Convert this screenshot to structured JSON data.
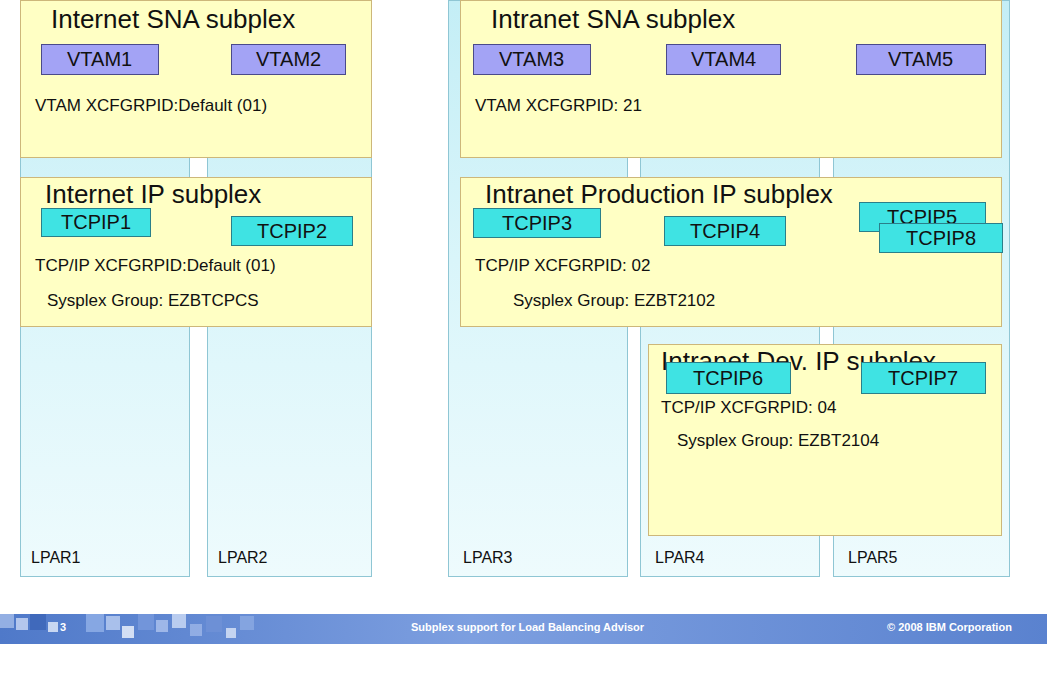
{
  "diagram": {
    "nodes": [
      {
        "text": [
          "Internet SNA subplex",
          "VTAM XCFGRPID:Default (01)"
        ]
      },
      {
        "text": [
          "VTAM1"
        ],
        "in": 0
      },
      {
        "text": [
          "VTAM2"
        ],
        "in": 0
      },
      {
        "text": [
          "Internet IP subplex",
          "TCP/IP XCFGRPID:Default (01)",
          "Sysplex Group: EZBTCPCS"
        ]
      },
      {
        "text": [
          "TCPIP1"
        ],
        "in": 3
      },
      {
        "text": [
          "TCPIP2"
        ],
        "in": 3
      },
      {
        "text": [
          "Intranet SNA subplex",
          "VTAM XCFGRPID: 21"
        ]
      },
      {
        "text": [
          "VTAM3"
        ],
        "in": 6
      },
      {
        "text": [
          "VTAM4"
        ],
        "in": 6
      },
      {
        "text": [
          "VTAM5"
        ],
        "in": 6
      },
      {
        "text": [
          "Intranet Production IP subplex",
          "TCP/IP XCFGRPID: 02",
          "Sysplex Group: EZBT2102"
        ]
      },
      {
        "text": [
          "TCPIP3"
        ],
        "in": 10
      },
      {
        "text": [
          "TCPIP4"
        ],
        "in": 10
      },
      {
        "text": [
          "TCPIP5"
        ],
        "in": 10
      },
      {
        "text": [
          "TCPIP8"
        ],
        "in": 10
      },
      {
        "text": [
          "Intranet Dev. IP subplex",
          "TCP/IP XCFGRPID: 04",
          "Sysplex Group: EZBT2104"
        ]
      },
      {
        "text": [
          "TCPIP6"
        ],
        "in": 15
      },
      {
        "text": [
          "TCPIP7"
        ],
        "in": 15
      },
      {
        "text": [
          "LPAR1"
        ]
      },
      {
        "text": [
          "LPAR2"
        ]
      },
      {
        "text": [
          "LPAR3"
        ]
      },
      {
        "text": [
          "LPAR4"
        ]
      },
      {
        "text": [
          "LPAR5"
        ]
      }
    ],
    "labels": [
      "3",
      "Subplex support for Load Balancing Advisor",
      "© 2008 IBM Corporation"
    ]
  }
}
